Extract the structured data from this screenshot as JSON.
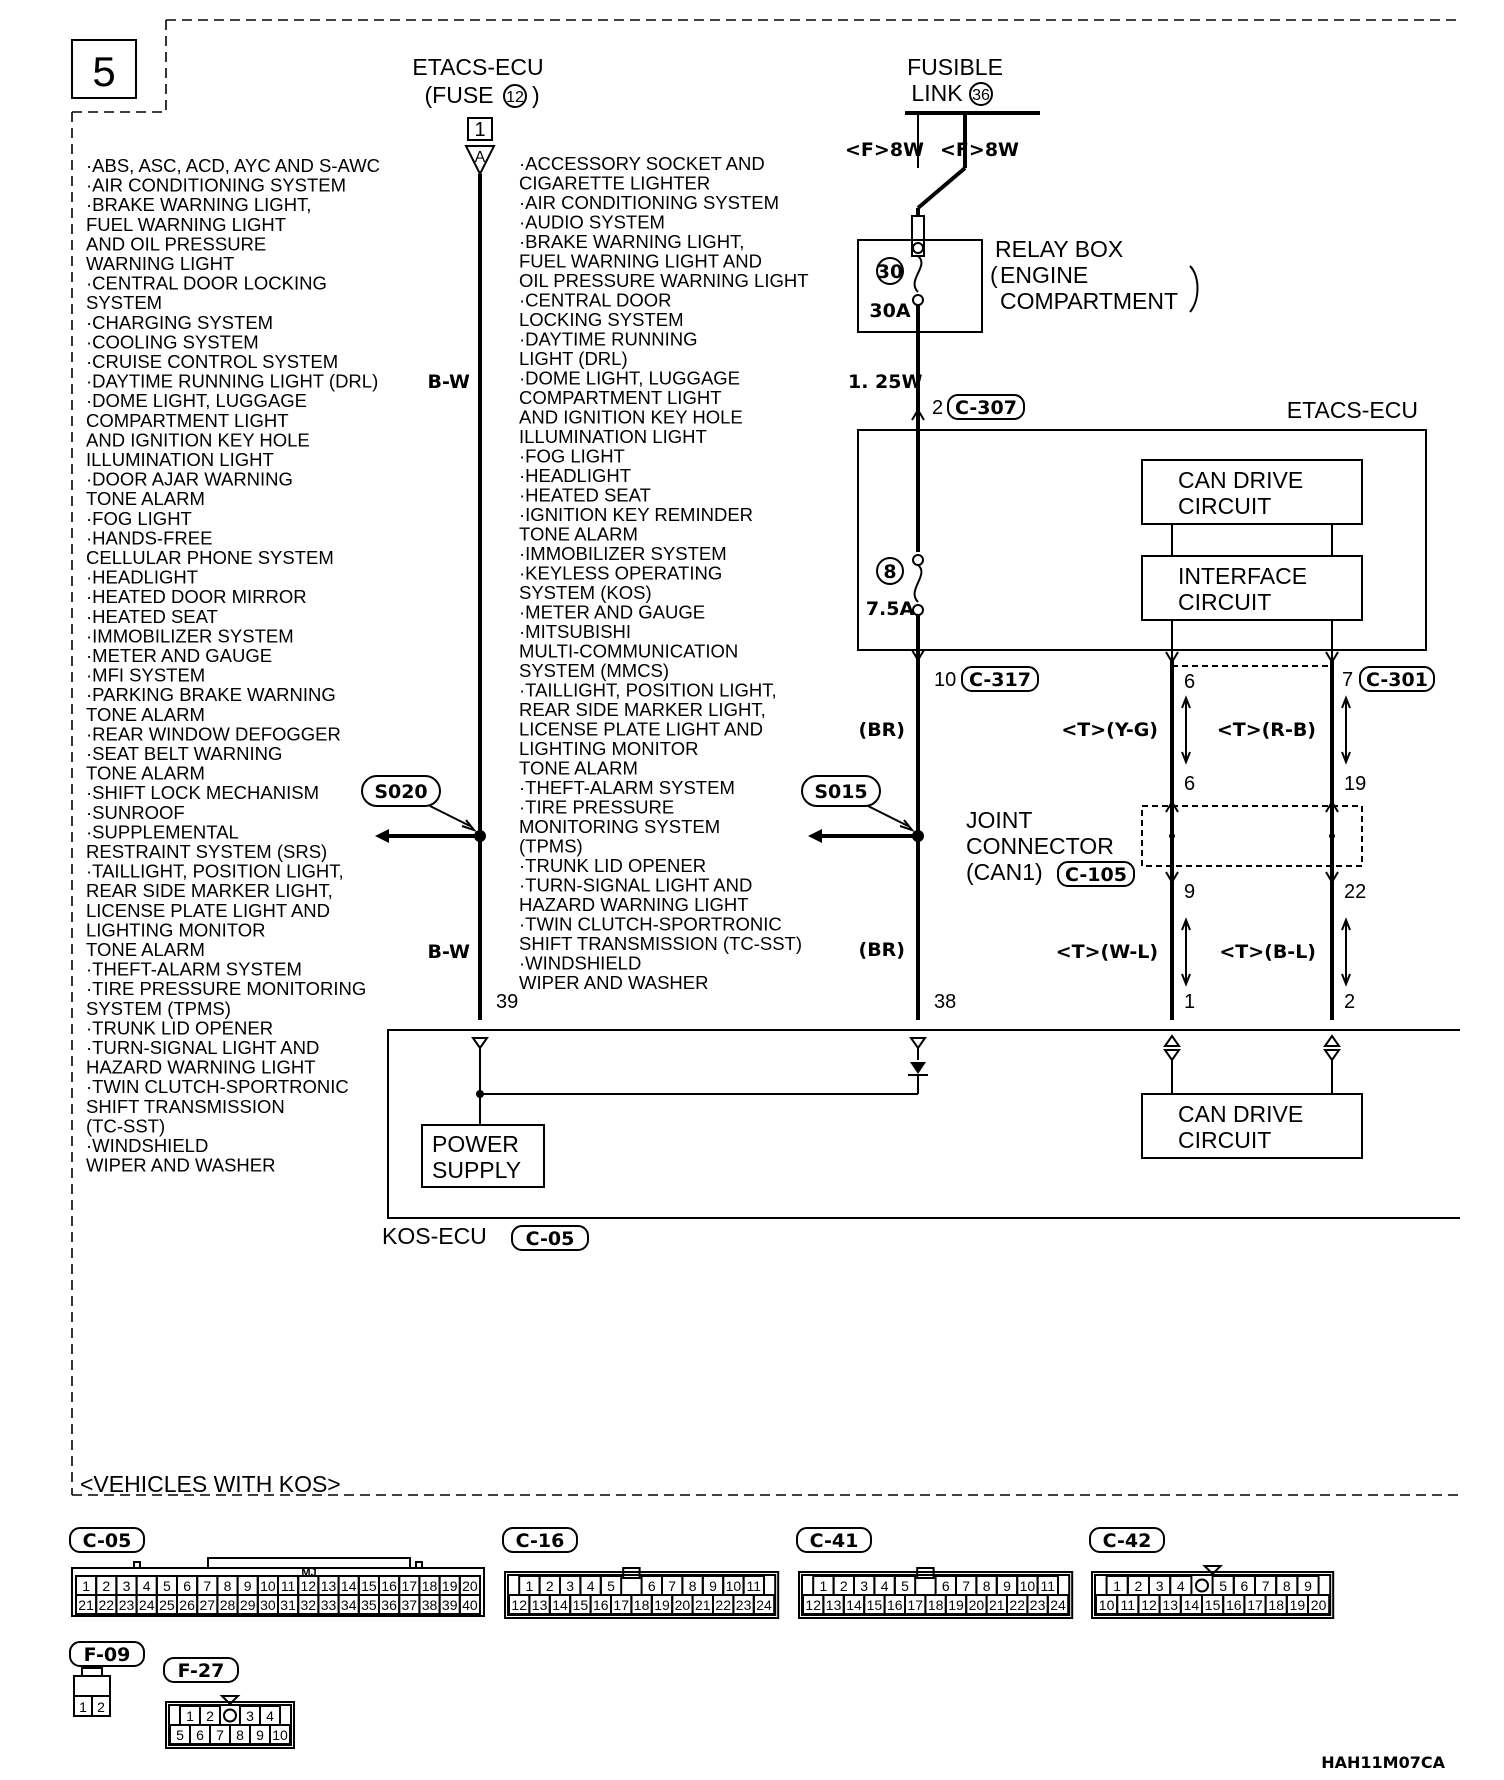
{
  "page_number": "5",
  "sources": {
    "etacs_fuse_title": "ETACS-ECU",
    "etacs_fuse_sub": "(FUSE",
    "etacs_fuse_num": "12",
    "fusible_title": "FUSIBLE",
    "fusible_sub": "LINK",
    "fusible_num": "36",
    "pin_1": "1",
    "pin_a": "A"
  },
  "wire_labels": {
    "f8w_left": "<F>8W",
    "f8w_right": "<F>8W",
    "bw_top": "B-W",
    "bw_bottom": "B-W",
    "w125": "1. 25W",
    "br_top": "(BR)",
    "br_bottom": "(BR)",
    "tyg": "<T>(Y-G)",
    "trb": "<T>(R-B)",
    "twl": "<T>(W-L)",
    "tbl": "<T>(B-L)"
  },
  "relay_box": {
    "fuse_num": "30",
    "fuse_amp": "30A",
    "title": "RELAY BOX",
    "line1": "ENGINE",
    "line2": "COMPARTMENT"
  },
  "etacs_ecu": {
    "title": "ETACS-ECU",
    "fuse_num": "8",
    "fuse_amp": "7.5A",
    "can_drive": [
      "CAN DRIVE",
      "CIRCUIT"
    ],
    "interface": [
      "INTERFACE",
      "CIRCUIT"
    ]
  },
  "connectors": {
    "c307_pin": "2",
    "c307": "C-307",
    "c317_pin": "10",
    "c317": "C-317",
    "c301_pin": "7",
    "c301": "C-301",
    "pin6a": "6",
    "pin6b": "6",
    "pin19": "19",
    "pin9": "9",
    "pin22": "22",
    "pin39": "39",
    "pin38": "38",
    "pin1": "1",
    "pin2": "2"
  },
  "splices": {
    "left": "S020",
    "right": "S015"
  },
  "joint_connector": {
    "line1": "JOINT",
    "line2": "CONNECTOR",
    "line3": "(CAN1)",
    "id": "C-105"
  },
  "kos_ecu": {
    "label": "KOS-ECU",
    "id": "C-05",
    "power_supply": [
      "POWER",
      "SUPPLY"
    ],
    "can_drive": [
      "CAN DRIVE",
      "CIRCUIT"
    ]
  },
  "left_list": [
    "·ABS, ASC, ACD, AYC AND S-AWC",
    "·AIR CONDITIONING SYSTEM",
    "·BRAKE WARNING LIGHT,",
    " FUEL WARNING LIGHT",
    " AND OIL PRESSURE",
    " WARNING LIGHT",
    "·CENTRAL DOOR LOCKING",
    " SYSTEM",
    "·CHARGING SYSTEM",
    "·COOLING SYSTEM",
    "·CRUISE CONTROL SYSTEM",
    "·DAYTIME RUNNING LIGHT (DRL)",
    "·DOME LIGHT, LUGGAGE",
    " COMPARTMENT LIGHT",
    " AND IGNITION KEY HOLE",
    " ILLUMINATION LIGHT",
    "·DOOR AJAR WARNING",
    " TONE ALARM",
    "·FOG LIGHT",
    "·HANDS-FREE",
    " CELLULAR PHONE SYSTEM",
    "·HEADLIGHT",
    "·HEATED DOOR MIRROR",
    "·HEATED SEAT",
    "·IMMOBILIZER SYSTEM",
    "·METER AND GAUGE",
    "·MFI SYSTEM",
    "·PARKING BRAKE WARNING",
    " TONE ALARM",
    "·REAR WINDOW DEFOGGER",
    "·SEAT BELT WARNING",
    " TONE ALARM",
    "·SHIFT LOCK MECHANISM",
    "·SUNROOF",
    "·SUPPLEMENTAL",
    " RESTRAINT SYSTEM (SRS)",
    "·TAILLIGHT, POSITION LIGHT,",
    " REAR SIDE MARKER LIGHT,",
    " LICENSE PLATE LIGHT AND",
    " LIGHTING MONITOR",
    " TONE ALARM",
    "·THEFT-ALARM SYSTEM",
    "·TIRE PRESSURE MONITORING",
    " SYSTEM (TPMS)",
    "·TRUNK LID OPENER",
    "·TURN-SIGNAL LIGHT AND",
    " HAZARD WARNING LIGHT",
    "·TWIN CLUTCH-SPORTRONIC",
    " SHIFT TRANSMISSION",
    " (TC-SST)",
    "·WINDSHIELD",
    " WIPER AND WASHER"
  ],
  "middle_list": [
    "·ACCESSORY SOCKET AND",
    " CIGARETTE LIGHTER",
    "·AIR CONDITIONING SYSTEM",
    "·AUDIO SYSTEM",
    "·BRAKE WARNING LIGHT,",
    " FUEL WARNING LIGHT AND",
    " OIL PRESSURE WARNING LIGHT",
    "·CENTRAL DOOR",
    " LOCKING SYSTEM",
    "·DAYTIME RUNNING",
    " LIGHT (DRL)",
    "·DOME LIGHT, LUGGAGE",
    " COMPARTMENT LIGHT",
    " AND IGNITION KEY HOLE",
    " ILLUMINATION LIGHT",
    "·FOG LIGHT",
    "·HEADLIGHT",
    "·HEATED SEAT",
    "·IGNITION KEY REMINDER",
    " TONE ALARM",
    "·IMMOBILIZER SYSTEM",
    "·KEYLESS OPERATING",
    " SYSTEM (KOS)",
    "·METER AND GAUGE",
    "·MITSUBISHI",
    " MULTI-COMMUNICATION",
    " SYSTEM (MMCS)",
    "·TAILLIGHT, POSITION LIGHT,",
    " REAR SIDE MARKER LIGHT,",
    " LICENSE PLATE LIGHT AND",
    " LIGHTING MONITOR",
    " TONE ALARM",
    "·THEFT-ALARM SYSTEM",
    "·TIRE PRESSURE",
    " MONITORING SYSTEM",
    " (TPMS)",
    "·TRUNK LID OPENER",
    "·TURN-SIGNAL LIGHT AND",
    " HAZARD WARNING LIGHT",
    "·TWIN CLUTCH-SPORTRONIC",
    " SHIFT TRANSMISSION (TC-SST)",
    "·WINDSHIELD",
    " WIPER AND WASHER"
  ],
  "vehicles_note": "<VEHICLES WITH KOS>",
  "connector_faces": {
    "c05": {
      "id": "C-05",
      "mark": "MJ",
      "row1": [
        "1",
        "2",
        "3",
        "4",
        "5",
        "6",
        "7",
        "8",
        "9",
        "10",
        "11",
        "12",
        "13",
        "14",
        "15",
        "16",
        "17",
        "18",
        "19",
        "20"
      ],
      "row2": [
        "21",
        "22",
        "23",
        "24",
        "25",
        "26",
        "27",
        "28",
        "29",
        "30",
        "31",
        "32",
        "33",
        "34",
        "35",
        "36",
        "37",
        "38",
        "39",
        "40"
      ]
    },
    "c16": {
      "id": "C-16",
      "row1": [
        "1",
        "2",
        "3",
        "4",
        "5",
        "",
        "6",
        "7",
        "8",
        "9",
        "10",
        "11"
      ],
      "row2": [
        "12",
        "13",
        "14",
        "15",
        "16",
        "17",
        "18",
        "19",
        "20",
        "21",
        "22",
        "23",
        "24"
      ]
    },
    "c41": {
      "id": "C-41",
      "row1": [
        "1",
        "2",
        "3",
        "4",
        "5",
        "",
        "6",
        "7",
        "8",
        "9",
        "10",
        "11"
      ],
      "row2": [
        "12",
        "13",
        "14",
        "15",
        "16",
        "17",
        "18",
        "19",
        "20",
        "21",
        "22",
        "23",
        "24"
      ]
    },
    "c42": {
      "id": "C-42",
      "row1": [
        "1",
        "2",
        "3",
        "4",
        "",
        "5",
        "6",
        "7",
        "8",
        "9"
      ],
      "row2": [
        "10",
        "11",
        "12",
        "13",
        "14",
        "15",
        "16",
        "17",
        "18",
        "19",
        "20"
      ]
    },
    "f09": {
      "id": "F-09",
      "row1": [
        "1",
        "2"
      ]
    },
    "f27": {
      "id": "F-27",
      "row1": [
        "1",
        "2",
        "",
        "3",
        "4"
      ],
      "row2": [
        "5",
        "6",
        "7",
        "8",
        "9",
        "10"
      ]
    }
  },
  "figure_code": "HAH11M07CA"
}
